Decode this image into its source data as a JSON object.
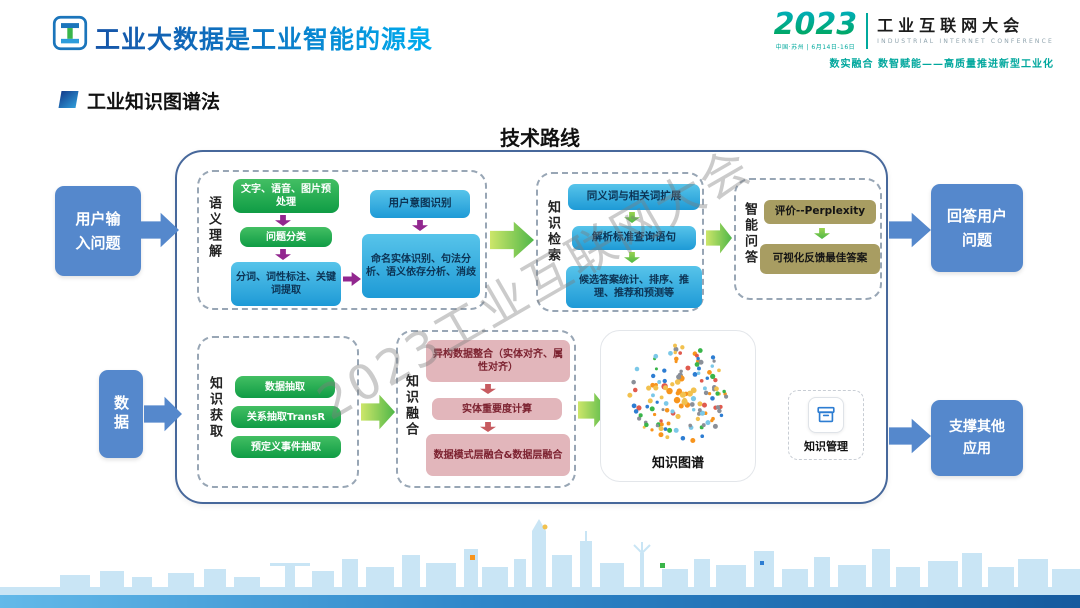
{
  "header": {
    "title": "工业大数据是工业智能的源泉",
    "conf": {
      "year": "2023",
      "name": "工业互联网大会",
      "name_en": "INDUSTRIAL INTERNET CONFERENCE",
      "meta": "中国·苏州 | 6月14日-16日",
      "tagline": "数实融合  数智赋能——高质量推进新型工业化"
    }
  },
  "section_title": "工业知识图谱法",
  "diagram_title": "技术路线",
  "watermark": "2023工业互联网大会",
  "io": {
    "user": "用户输入问题",
    "data": "数据",
    "answer": "回答用户问题",
    "support": "支撑其他应用"
  },
  "semantic": {
    "label": "语义理解",
    "preprocess": "文字、语音、图片预处理",
    "classify": "问题分类",
    "segment": "分词、词性标注、关键词提取",
    "intent": "用户意图识别",
    "ner": "命名实体识别、句法分析、语义依存分析、消歧"
  },
  "retrieval": {
    "label": "知识检索",
    "expand": "同义词与相关词扩展",
    "parse": "解析标准查询语句",
    "candidate": "候选答案统计、排序、推理、推荐和预测等"
  },
  "qa": {
    "label": "智能问答",
    "eval": "评价--Perplexity",
    "feedback": "可视化反馈最佳答案"
  },
  "acquisition": {
    "label": "知识获取",
    "extract": "数据抽取",
    "relation": "关系抽取TransR",
    "event": "预定义事件抽取"
  },
  "fusion": {
    "label": "知识融合",
    "integrate": "异构数据整合（实体对齐、属性对齐）",
    "importance": "实体重要度计算",
    "layer": "数据模式层融合&数据层融合"
  },
  "graph_label": "知识图谱",
  "management_label": "知识管理",
  "colors": {
    "accent_blue": "#5588CC",
    "green": "#12A04A",
    "cyan": "#1E9AD6",
    "khaki": "#A89D62",
    "pink": "#E2B6BB",
    "purple": "#92278F",
    "lime": "#4FB748",
    "teal": "#00A99D",
    "title_blue": "#1456A8"
  }
}
